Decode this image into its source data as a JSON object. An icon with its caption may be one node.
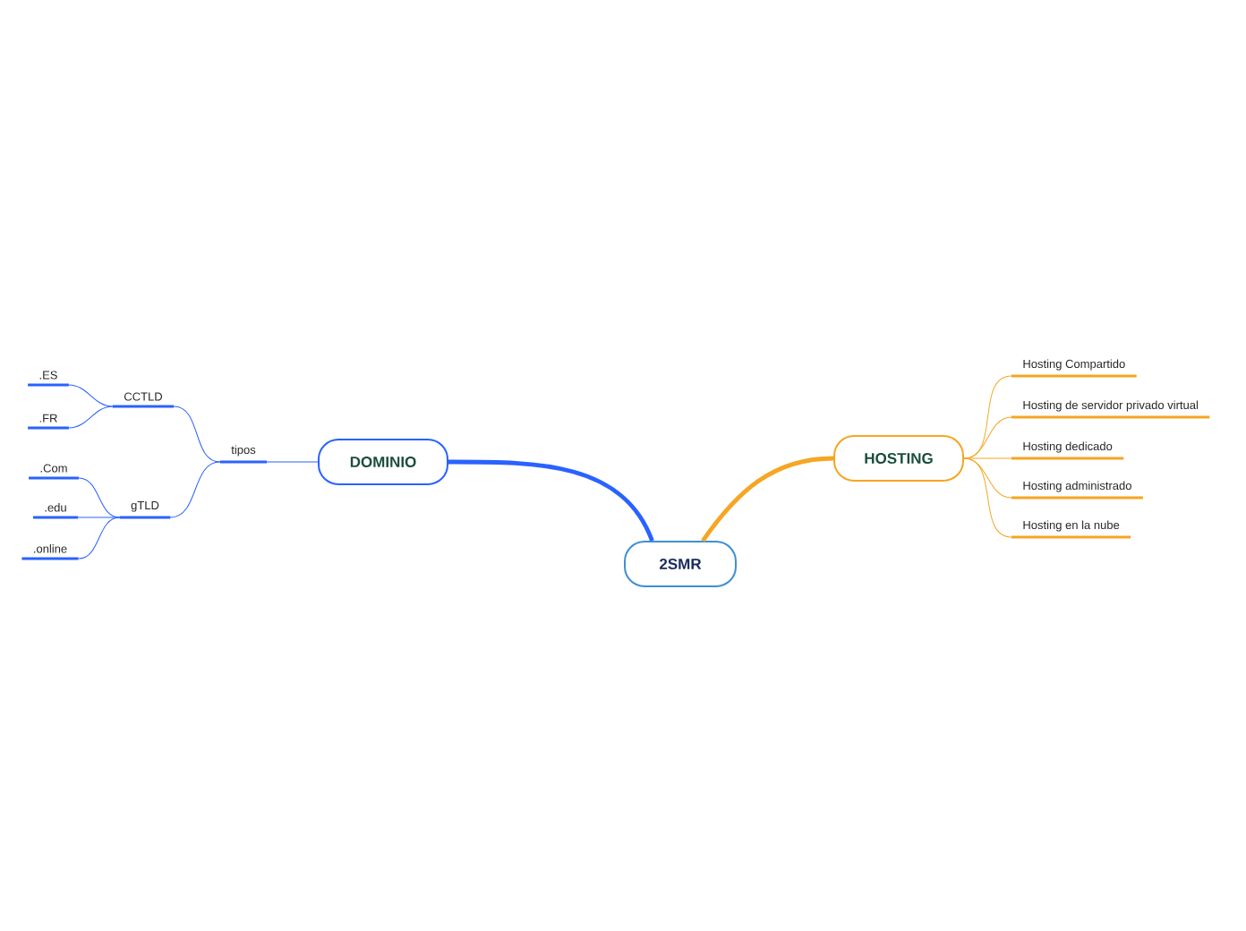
{
  "diagram": {
    "nodes": [
      {
        "text": [
          "2SMR"
        ]
      },
      {
        "text": [
          "DOMINIO"
        ]
      },
      {
        "text": [
          "tipos"
        ]
      },
      {
        "text": [
          "CCTLD"
        ]
      },
      {
        "text": [
          ".ES"
        ]
      },
      {
        "text": [
          ".FR"
        ]
      },
      {
        "text": [
          "gTLD"
        ]
      },
      {
        "text": [
          ".Com"
        ]
      },
      {
        "text": [
          ".edu"
        ]
      },
      {
        "text": [
          ".online"
        ]
      },
      {
        "text": [
          "HOSTING"
        ]
      },
      {
        "text": [
          "Hosting Compartido"
        ]
      },
      {
        "text": [
          "Hosting de servidor privado virtual"
        ]
      },
      {
        "text": [
          "Hosting dedicado"
        ]
      },
      {
        "text": [
          "Hosting administrado"
        ]
      },
      {
        "text": [
          "Hosting en la nube"
        ]
      }
    ],
    "edges": [
      {
        "from": 0,
        "to": 1,
        "arrow": "none",
        "style": "thick"
      },
      {
        "from": 1,
        "to": 2,
        "arrow": "none"
      },
      {
        "from": 2,
        "to": 3,
        "arrow": "none"
      },
      {
        "from": 3,
        "to": 4,
        "arrow": "none"
      },
      {
        "from": 3,
        "to": 5,
        "arrow": "none"
      },
      {
        "from": 2,
        "to": 6,
        "arrow": "none"
      },
      {
        "from": 6,
        "to": 7,
        "arrow": "none"
      },
      {
        "from": 6,
        "to": 8,
        "arrow": "none"
      },
      {
        "from": 6,
        "to": 9,
        "arrow": "none"
      },
      {
        "from": 0,
        "to": 10,
        "arrow": "none",
        "style": "thick",
        "color": "#f5a623"
      },
      {
        "from": 10,
        "to": 11,
        "arrow": "none",
        "color": "#f5a623"
      },
      {
        "from": 10,
        "to": 12,
        "arrow": "none",
        "color": "#f5a623"
      },
      {
        "from": 10,
        "to": 13,
        "arrow": "none",
        "color": "#f5a623"
      },
      {
        "from": 10,
        "to": 14,
        "arrow": "none",
        "color": "#f5a623"
      },
      {
        "from": 10,
        "to": 15,
        "arrow": "none",
        "color": "#f5a623"
      }
    ]
  }
}
